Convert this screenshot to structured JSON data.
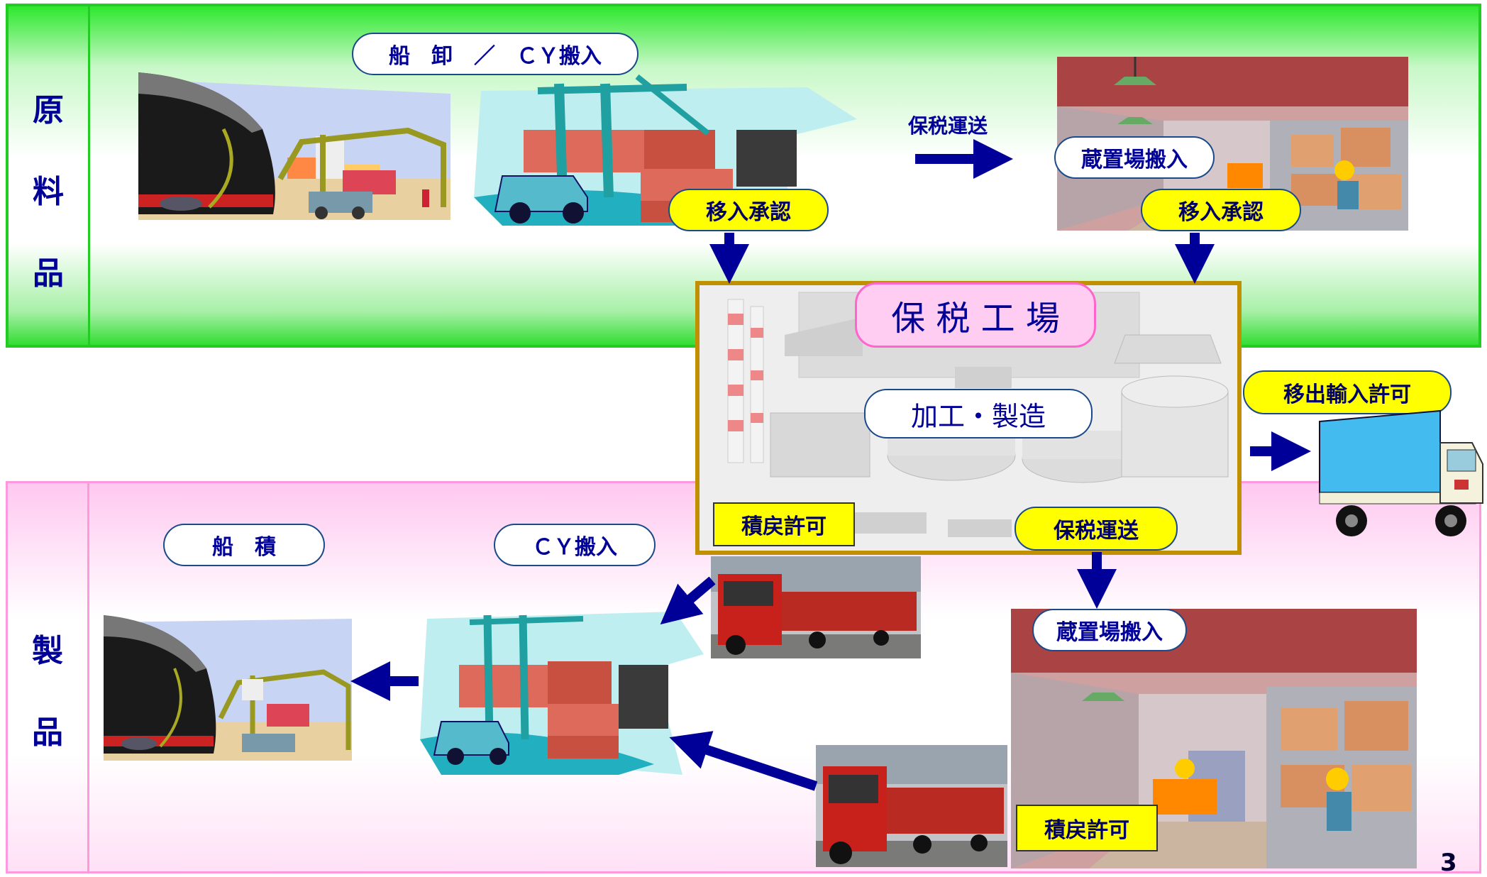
{
  "bands": {
    "raw_label_chars": [
      "原",
      "料",
      "品"
    ],
    "product_label_chars": [
      "製",
      "品"
    ]
  },
  "raw": {
    "unloading_label": "船　卸　／　ＣＹ搬入",
    "bonded_transport_label": "保税運送",
    "storage_in_label": "蔵置場搬入",
    "transfer_approval_1": "移入承認",
    "transfer_approval_2": "移入承認"
  },
  "factory": {
    "title": "保 税 工 場",
    "process_label": "加工・製造",
    "reload_permit": "積戻許可",
    "bonded_transport_label": "保税運送"
  },
  "export": {
    "import_permit": "移出輸入許可"
  },
  "product": {
    "shipping_label": "船　積",
    "cy_in_label": "ＣＹ搬入",
    "storage_in_label": "蔵置場搬入",
    "reload_permit": "積戻許可"
  },
  "page_number": "3",
  "colors": {
    "arrow": "#000099",
    "raw_band": "#22cc22",
    "product_band": "#ff99dd",
    "highlight": "#ffff00",
    "factory_border": "#c09000"
  }
}
